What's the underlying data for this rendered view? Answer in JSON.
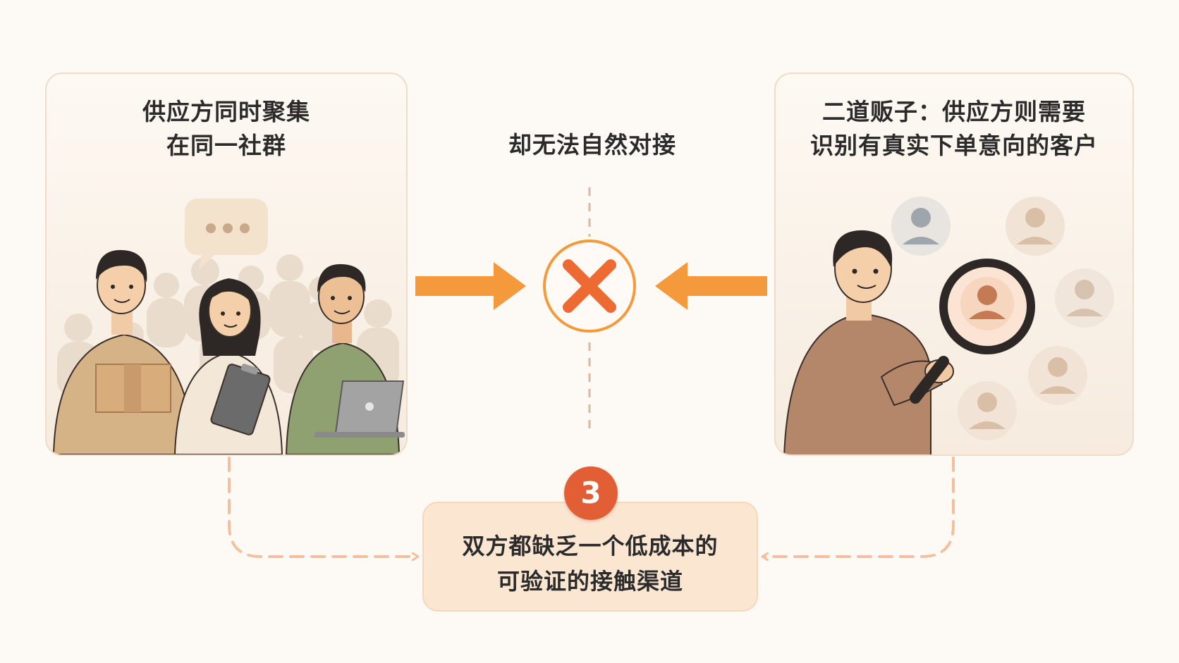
{
  "left_panel": {
    "title_line1": "供应方同时聚集",
    "title_line2": "在同一社群"
  },
  "center": {
    "title": "却无法自然对接"
  },
  "right_panel": {
    "title_line1": "二道贩子：供应方则需要",
    "title_line2": "识别有真实下单意向的客户"
  },
  "bottom": {
    "step_number": "3",
    "text_line1": "双方都缺乏一个低成本的",
    "text_line2": "可验证的接触渠道"
  },
  "colors": {
    "accent_orange": "#f59a3c",
    "cross_red": "#ee6a33",
    "badge_red": "#e25f35",
    "dashed_peach": "#f4bf9a"
  },
  "icons": [
    "chat-bubble-icon",
    "cross-icon",
    "magnifier-icon",
    "user-avatar-icon",
    "package-box-icon",
    "clipboard-icon",
    "laptop-icon"
  ]
}
